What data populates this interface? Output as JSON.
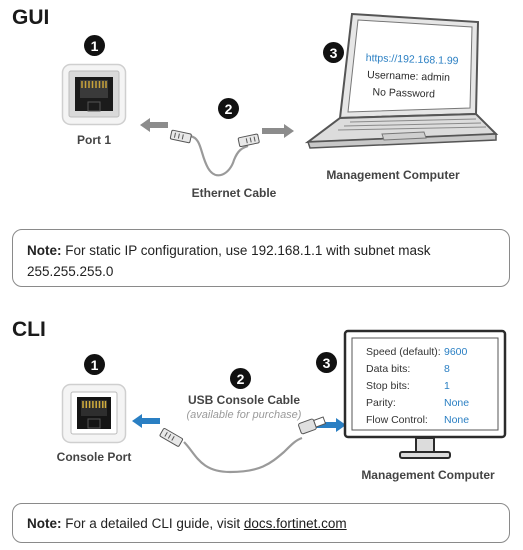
{
  "gui": {
    "title": "GUI",
    "steps": [
      "1",
      "2",
      "3"
    ],
    "port_label": "Port 1",
    "cable_label": "Ethernet Cable",
    "computer_label": "Management Computer",
    "screen": {
      "url": "https://192.168.1.99",
      "username": "Username: admin",
      "password": "No Password"
    },
    "note": {
      "prefix": "Note:",
      "text": "For static IP configuration, use 192.168.1.1 with subnet mask 255.255.255.0"
    }
  },
  "cli": {
    "title": "CLI",
    "steps": [
      "1",
      "2",
      "3"
    ],
    "port_label": "Console Port",
    "cable_label": "USB Console Cable",
    "cable_sub": "(available for purchase)",
    "computer_label": "Management Computer",
    "terminal": [
      {
        "key": "Speed (default):",
        "value": "9600"
      },
      {
        "key": "Data bits:",
        "value": "8"
      },
      {
        "key": "Stop bits:",
        "value": "1"
      },
      {
        "key": "Parity:",
        "value": "None"
      },
      {
        "key": "Flow Control:",
        "value": "None"
      }
    ],
    "note": {
      "prefix": "Note:",
      "text": "For a detailed CLI guide, visit",
      "link": "docs.fortinet.com"
    }
  },
  "colors": {
    "arrow_gray": "#8c8c8c",
    "arrow_blue": "#2a7fc3",
    "value_blue": "#2a7fc3"
  }
}
